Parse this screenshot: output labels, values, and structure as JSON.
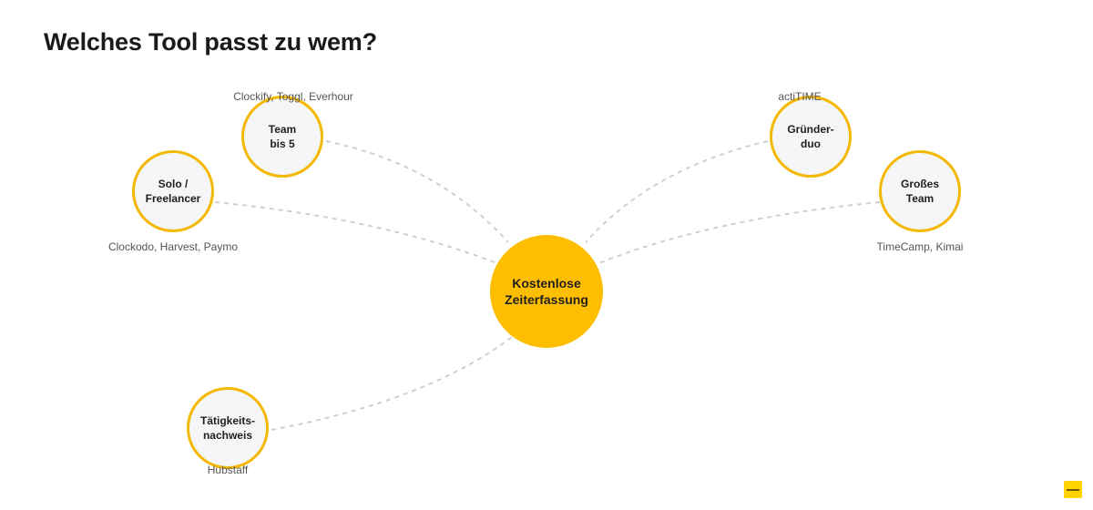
{
  "title": "Welches Tool passt zu wem?",
  "center": {
    "label": "Kostenlose\nZeiterfassung"
  },
  "nodes": [
    {
      "id": "team-bis-5",
      "label": "Team\nbis 5",
      "tools": "Clockify, Toggl, Everhour"
    },
    {
      "id": "solo-freelancer",
      "label": "Solo /\nFreelancer",
      "tools": "Clockodo, Harvest, Paymo"
    },
    {
      "id": "gruenderduo",
      "label": "Gründer-\nduo",
      "tools": "actiTIME"
    },
    {
      "id": "grosses-team",
      "label": "Großes\nTeam",
      "tools": "TimeCamp, Kimai"
    },
    {
      "id": "taetigkeitsnachweis",
      "label": "Tätigkeits-\nnachweis",
      "tools": "Hubstaff"
    }
  ],
  "colors": {
    "accent": "#ffbe00",
    "ring": "#f5b800",
    "link": "#cfcfcf"
  },
  "icons": {
    "corner_badge": "minus-badge-icon"
  }
}
